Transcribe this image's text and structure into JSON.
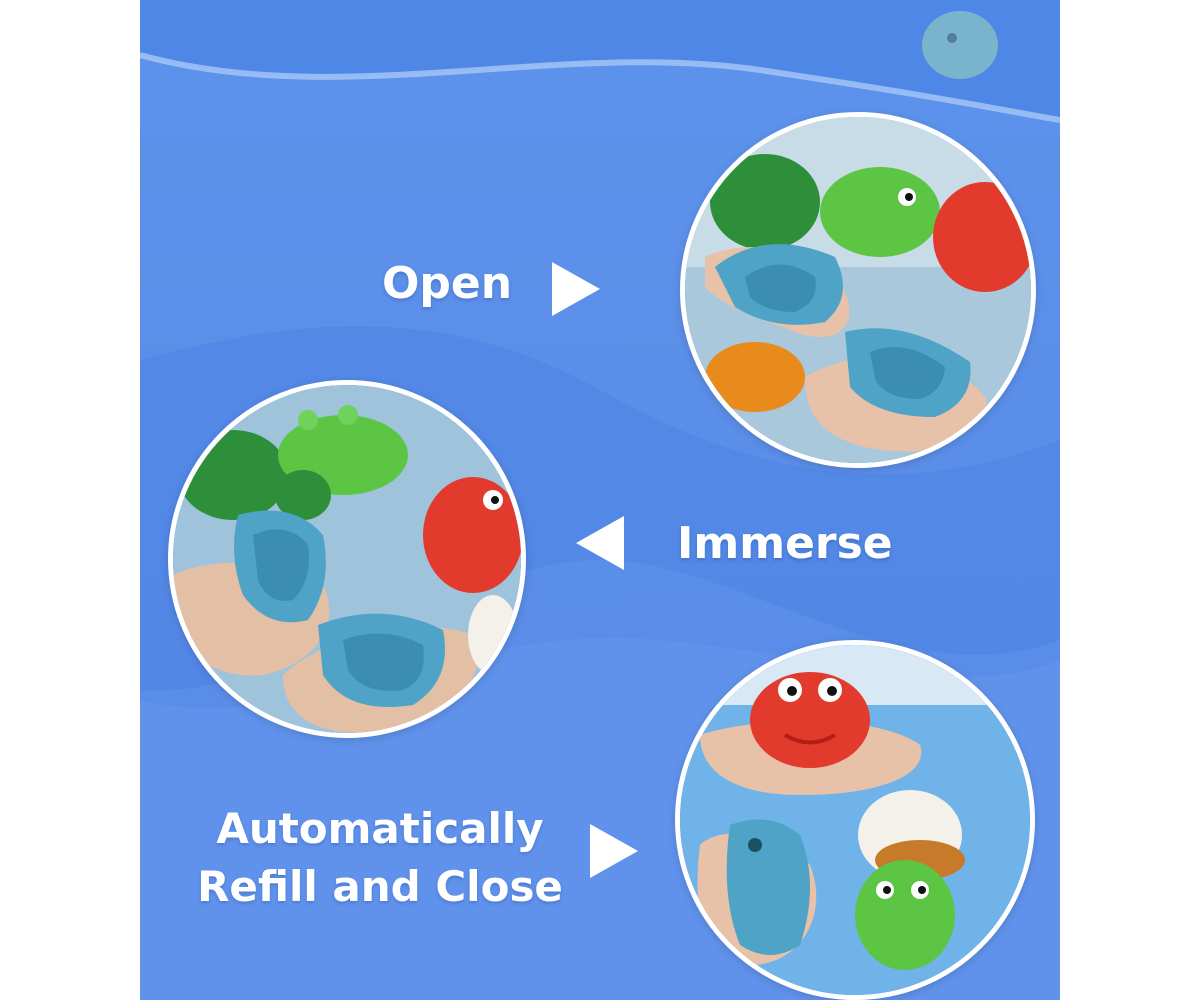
{
  "steps": [
    {
      "label": "Open",
      "direction": "right"
    },
    {
      "label": "Immerse",
      "direction": "left"
    },
    {
      "label": "Automatically",
      "label2": "Refill and Close",
      "direction": "right"
    }
  ],
  "colors": {
    "background": "#5b8ee8",
    "wave_light": "#7aa9f2",
    "text": "#ffffff",
    "toy_blue": "#4fa3c7",
    "toy_green": "#5cc544",
    "toy_dark_green": "#2e8f3a",
    "toy_red": "#e23b2d",
    "toy_orange": "#e98a1c"
  },
  "icons": [
    "triangle-right-icon",
    "triangle-left-icon",
    "triangle-right-icon"
  ]
}
